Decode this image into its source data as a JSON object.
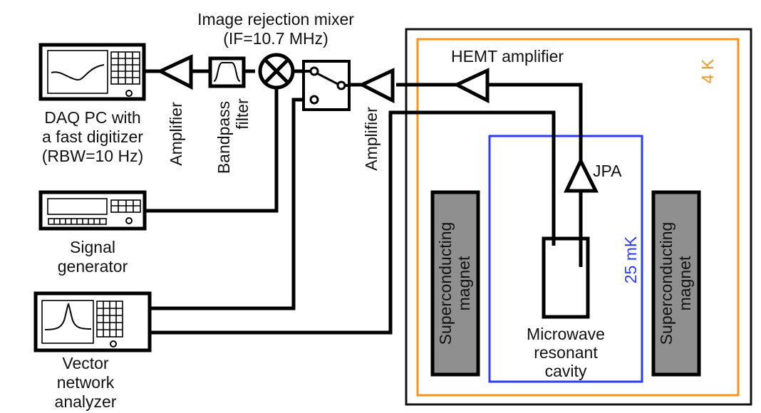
{
  "labels": {
    "mixer_line1": "Image rejection mixer",
    "mixer_line2": "(IF=10.7 MHz)",
    "daq_line1": "DAQ PC with",
    "daq_line2": "a fast digitizer",
    "daq_line3": "(RBW=10 Hz)",
    "amplifier1": "Amplifier",
    "bandpass_line1": "Bandpass",
    "bandpass_line2": "filter",
    "amplifier2": "Amplifier",
    "hemt": "HEMT amplifier",
    "temp_4k": "4 K",
    "jpa": "JPA",
    "temp_25mk": "25 mK",
    "siggen_line1": "Signal",
    "siggen_line2": "generator",
    "vna_line1": "Vector",
    "vna_line2": "network",
    "vna_line3": "analyzer",
    "magnet_line1": "Superconducting",
    "magnet_line2": "magnet",
    "cavity_line1": "Microwave",
    "cavity_line2": "resonant",
    "cavity_line3": "cavity"
  },
  "colors": {
    "stage_4k": "#f7931e",
    "stage_25mk": "#2b3cff",
    "magnet_fill": "#8f8f8f",
    "line": "#000000"
  }
}
